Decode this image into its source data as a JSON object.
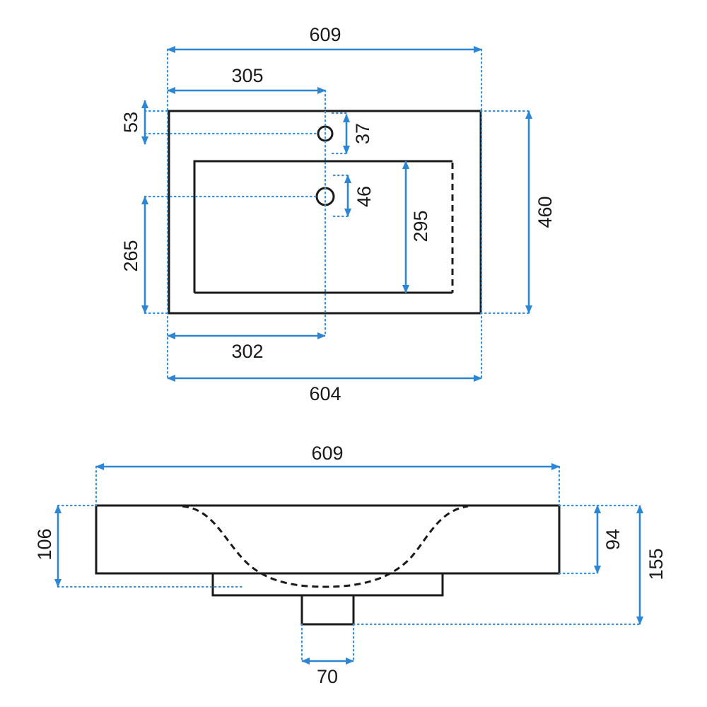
{
  "colors": {
    "outline": "#1a1a1a",
    "dimension": "#2d86d4",
    "background": "#ffffff"
  },
  "top_view": {
    "overall_width_top": "609",
    "tap_hole_offset": "305",
    "tap_hole_from_edge": "53",
    "tap_hole_diameter": "37",
    "drain_diameter": "46",
    "basin_depth": "295",
    "drain_from_front": "265",
    "overall_depth": "460",
    "drain_offset": "302",
    "overall_width_bottom": "604"
  },
  "side_view": {
    "overall_width": "609",
    "rim_height": "106",
    "body_height": "94",
    "total_height": "155",
    "outlet_width": "70"
  }
}
